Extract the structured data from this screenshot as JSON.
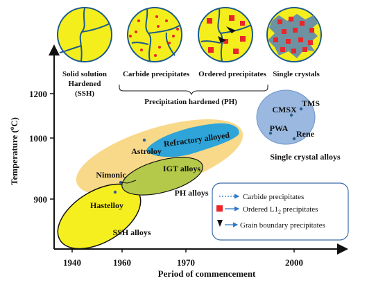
{
  "micro": {
    "items": [
      {
        "id": "ssh",
        "lines": [
          "Solid solution",
          "Hardened",
          "(SSH)"
        ]
      },
      {
        "id": "carbide",
        "lines": [
          "Carbide precipitates"
        ]
      },
      {
        "id": "ordered",
        "lines": [
          "Ordered precipitates"
        ]
      },
      {
        "id": "single",
        "lines": [
          "Single crystals"
        ]
      }
    ],
    "group_label": "Precipitation hardened (PH)"
  },
  "axes": {
    "ylabel_main": "Temperature (",
    "ylabel_sup": "o",
    "ylabel_end": "C)",
    "xlabel": "Period of commencement",
    "yticks": [
      "1200",
      "1000",
      "900"
    ],
    "xticks": [
      "1940",
      "1960",
      "1970",
      "2000"
    ]
  },
  "regions": {
    "ssh": "SSH alloys",
    "ph": "PH alloys",
    "igt": "IGT alloys",
    "refractory": "Refractory alloyed",
    "single_crystal": "Single crystal alloys"
  },
  "alloys": {
    "hastelloy": "Hastelloy",
    "nimonic": "Nimonic",
    "astroloy": "Astroloy",
    "cmsx": "CMSX",
    "tms": "TMS",
    "pwa": "PWA",
    "rene": "Rene"
  },
  "legend": {
    "carbide": "Carbide precipitates",
    "ordered_main": "Ordered L1",
    "ordered_sub": "2",
    "ordered_end": " precipitates",
    "grain": "Grain boundary precipitates"
  },
  "colors": {
    "micro_fill": "#f5ee1d",
    "micro_border": "#1a5a8c",
    "red": "#e8262b",
    "ph_region": "#f8d98a",
    "ssh_region": "#f6ef1f",
    "igt_region": "#b4c84a",
    "refractory": "#2ea4d8",
    "single_crystal": "#9ab8e0"
  }
}
